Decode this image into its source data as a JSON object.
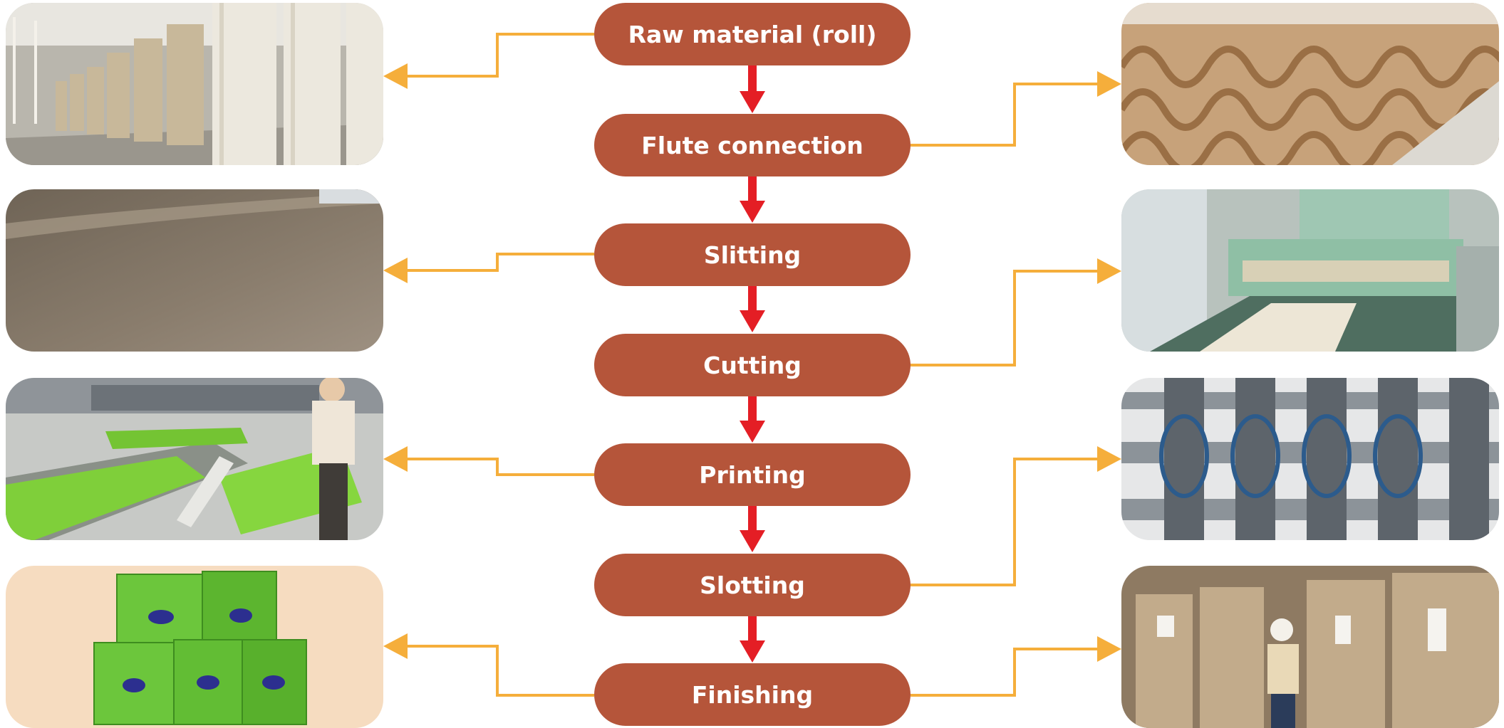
{
  "colors": {
    "step_fill": "#B5553A",
    "step_text": "#FFFFFF",
    "flow_arrow": "#E41E25",
    "branch_arrow": "#F5AE3B"
  },
  "steps": [
    {
      "label": "Raw material (roll)",
      "photo": "paper-rolls-warehouse"
    },
    {
      "label": "Flute connection",
      "photo": "corrugated-flutes"
    },
    {
      "label": "Slitting",
      "photo": "cardboard-sheet-closeup"
    },
    {
      "label": "Cutting",
      "photo": "cutting-machine"
    },
    {
      "label": "Printing",
      "photo": "printing-line-worker"
    },
    {
      "label": "Slotting",
      "photo": "slotting-rollers"
    },
    {
      "label": "Finishing",
      "photo": "finished-boxes"
    }
  ],
  "extra_photo": "packed-pallets-worker"
}
